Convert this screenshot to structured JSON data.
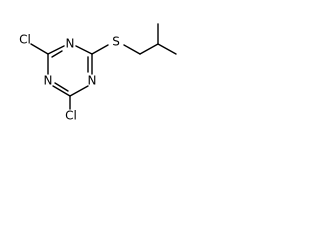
{
  "atoms": {
    "cl_top": "Cl",
    "cl_bottom": "Cl",
    "n_top": "N",
    "n_left": "N",
    "n_right": "N",
    "s": "S"
  }
}
